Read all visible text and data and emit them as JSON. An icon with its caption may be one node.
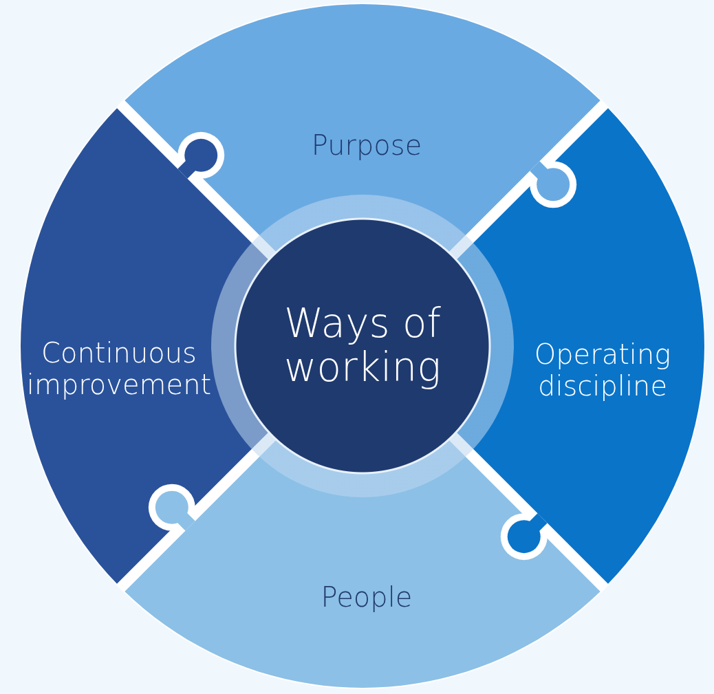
{
  "diagram": {
    "nodes": [
      {
        "text": [
          "Purpose"
        ]
      },
      {
        "text": [
          "Continuous improvement"
        ]
      },
      {
        "text": [
          "Ways of working"
        ]
      },
      {
        "text": [
          "Operating discipline"
        ]
      },
      {
        "text": [
          "People"
        ]
      }
    ]
  }
}
